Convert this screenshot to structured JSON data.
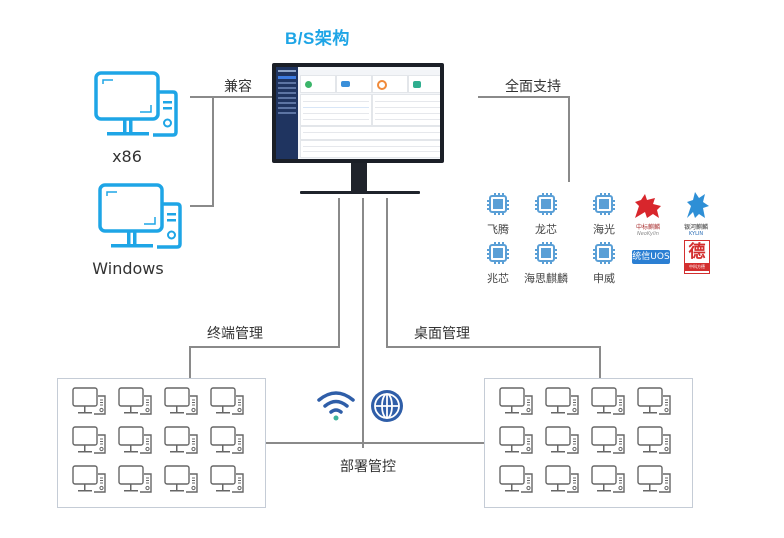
{
  "title": "B/S架构",
  "labels": {
    "compat": "兼容",
    "full_support": "全面支持",
    "terminal_mgmt": "终端管理",
    "desktop_mgmt": "桌面管理",
    "deploy_control": "部署管控"
  },
  "clients": [
    {
      "name": "x86",
      "icon": "desktop-computer-icon"
    },
    {
      "name": "Windows",
      "icon": "desktop-computer-icon"
    }
  ],
  "platforms": {
    "cpus": [
      {
        "name": "飞腾",
        "icon": "cpu-chip-icon"
      },
      {
        "name": "龙芯",
        "icon": "cpu-chip-icon"
      },
      {
        "name": "海光",
        "icon": "cpu-chip-icon"
      },
      {
        "name": "兆芯",
        "icon": "cpu-chip-icon"
      },
      {
        "name": "海思麒麟",
        "icon": "cpu-chip-icon"
      },
      {
        "name": "申威",
        "icon": "cpu-chip-icon"
      }
    ],
    "os_logos": [
      {
        "name": "中标麒麟",
        "sub": "NeoKylin",
        "icon": "neokylin-logo"
      },
      {
        "name": "银河麒麟",
        "sub": "KYLIN",
        "icon": "kylin-logo"
      },
      {
        "name": "统信UOS",
        "icon": "uos-logo"
      },
      {
        "name": "德",
        "sub": "中科方德",
        "icon": "nfs-china-logo"
      }
    ]
  },
  "network_icons": [
    "wifi-icon",
    "globe-icon"
  ],
  "terminal_groups": [
    {
      "name": "终端管理",
      "pc_count": 12
    },
    {
      "name": "桌面管理",
      "pc_count": 12
    }
  ],
  "colors": {
    "title": "#1ea5e6",
    "client_icon": "#1ea5e6",
    "chip": "#5a9fd6",
    "line": "#8a8a8a",
    "network_icon": "#2f5ea8",
    "wifi_dot": "#3db39a"
  }
}
